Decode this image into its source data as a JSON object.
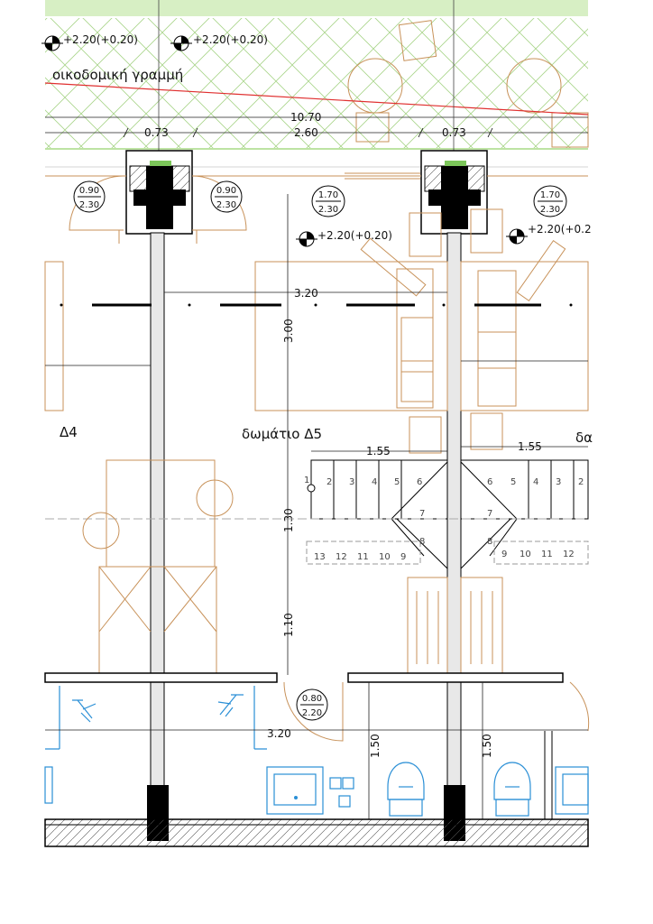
{
  "labels": {
    "building_line": "οικοδομική  γραμμή",
    "room_d4": "Δ4",
    "room_d5": "δωμάτιο  Δ5",
    "room_d6_partial": "δα"
  },
  "elevations": {
    "e1": "+2.20(+0.20)",
    "e2": "+2.20(+0.20)",
    "e3": "+2.20(+0.20)",
    "e4": "+2.20(+0.2"
  },
  "dimensions": {
    "d_10_70": "10.70",
    "d_0_73_left": "0.73",
    "d_2_60": "2.60",
    "d_0_73_right": "0.73",
    "d_3_20_top": "3.20",
    "d_3_00": "3.00",
    "d_1_55_left": "1.55",
    "d_1_55_right": "1.55",
    "d_1_30": "1.30",
    "d_1_10": "1.10",
    "d_3_20_bottom": "3.20",
    "d_1_50_left": "1.50",
    "d_1_50_right": "1.50"
  },
  "opening_tags": [
    {
      "top": "0.90",
      "bottom": "2.30"
    },
    {
      "top": "0.90",
      "bottom": "2.30"
    },
    {
      "top": "1.70",
      "bottom": "2.30"
    },
    {
      "top": "1.70",
      "bottom": "2.30"
    },
    {
      "top": "0.80",
      "bottom": "2.20"
    }
  ],
  "stairs": {
    "left_top": [
      "1",
      "2",
      "3",
      "4",
      "5",
      "6"
    ],
    "left_mid": [
      "7",
      "8"
    ],
    "left_bottom": [
      "13",
      "12",
      "11",
      "10",
      "9"
    ],
    "right_top": [
      "6",
      "5",
      "4",
      "3",
      "2"
    ],
    "right_mid": [
      "7",
      "8"
    ],
    "right_bottom": [
      "9",
      "10",
      "11",
      "12"
    ]
  },
  "colors": {
    "wall_line": "#000000",
    "furniture": "#c8925a",
    "plumbing": "#2a8fd6",
    "landscape": "#9fcf6a",
    "building_line": "#e03030"
  }
}
